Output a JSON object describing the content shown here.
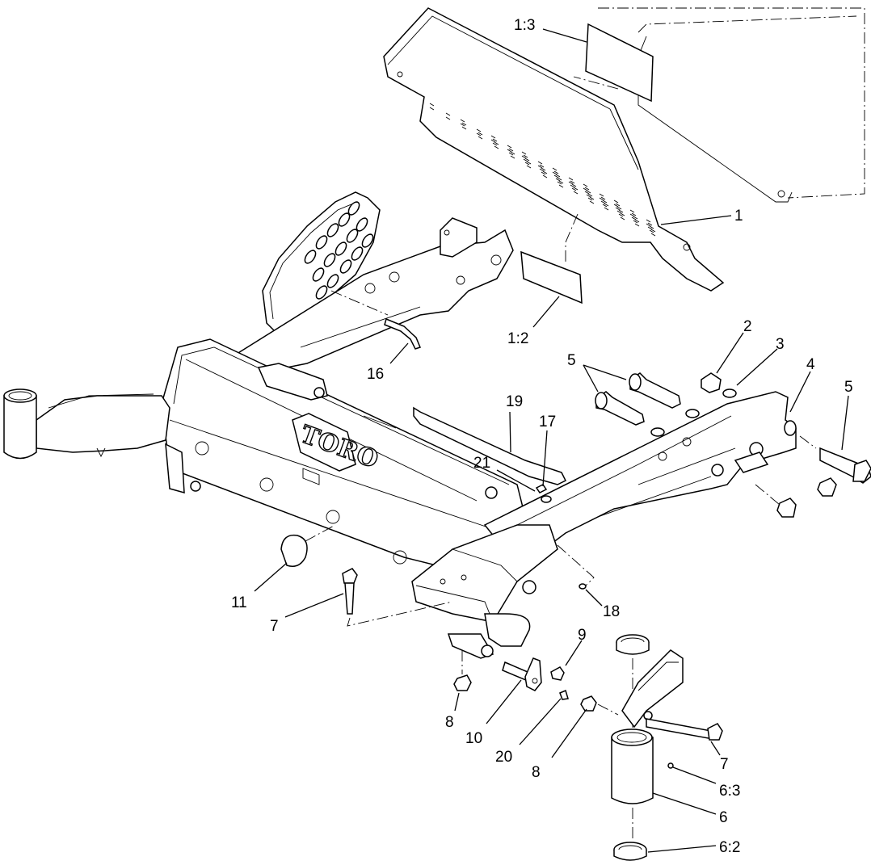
{
  "figure": {
    "logo_text": "TORO",
    "callouts": [
      {
        "id": "c-1-3",
        "label": "1:3"
      },
      {
        "id": "c-1",
        "label": "1"
      },
      {
        "id": "c-1-2",
        "label": "1:2"
      },
      {
        "id": "c-2",
        "label": "2"
      },
      {
        "id": "c-3",
        "label": "3"
      },
      {
        "id": "c-4",
        "label": "4"
      },
      {
        "id": "c-5a",
        "label": "5"
      },
      {
        "id": "c-5b",
        "label": "5"
      },
      {
        "id": "c-16",
        "label": "16"
      },
      {
        "id": "c-19",
        "label": "19"
      },
      {
        "id": "c-17",
        "label": "17"
      },
      {
        "id": "c-21",
        "label": "21"
      },
      {
        "id": "c-11",
        "label": "11"
      },
      {
        "id": "c-7a",
        "label": "7"
      },
      {
        "id": "c-18",
        "label": "18"
      },
      {
        "id": "c-9",
        "label": "9"
      },
      {
        "id": "c-8a",
        "label": "8"
      },
      {
        "id": "c-10",
        "label": "10"
      },
      {
        "id": "c-20",
        "label": "20"
      },
      {
        "id": "c-8b",
        "label": "8"
      },
      {
        "id": "c-7b",
        "label": "7"
      },
      {
        "id": "c-6-3",
        "label": "6:3"
      },
      {
        "id": "c-6",
        "label": "6"
      },
      {
        "id": "c-6-2",
        "label": "6:2"
      }
    ]
  }
}
